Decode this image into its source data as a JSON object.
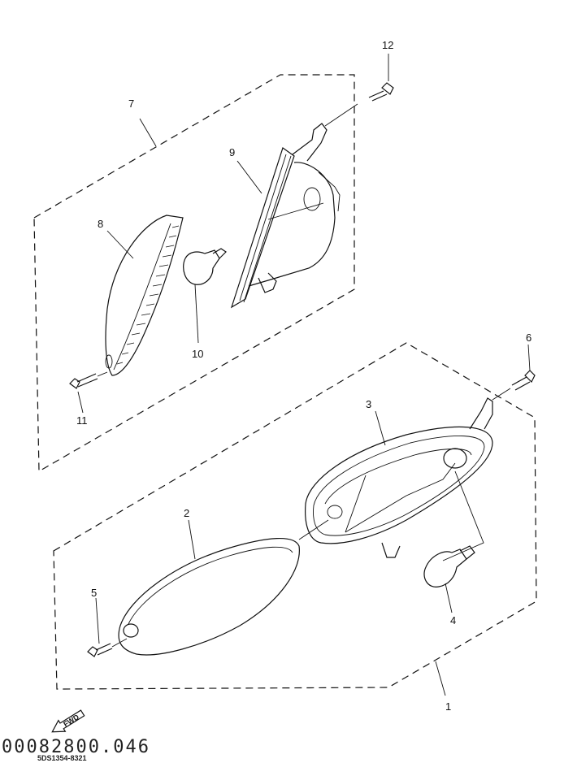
{
  "callouts": {
    "c1": "1",
    "c2": "2",
    "c3": "3",
    "c4": "4",
    "c5": "5",
    "c6": "6",
    "c7": "7",
    "c8": "8",
    "c9": "9",
    "c10": "10",
    "c11": "11",
    "c12": "12"
  },
  "footer": {
    "code_big": "00082800.046",
    "code_small": "5DS1354-8321",
    "fwd_label": "FWD"
  }
}
